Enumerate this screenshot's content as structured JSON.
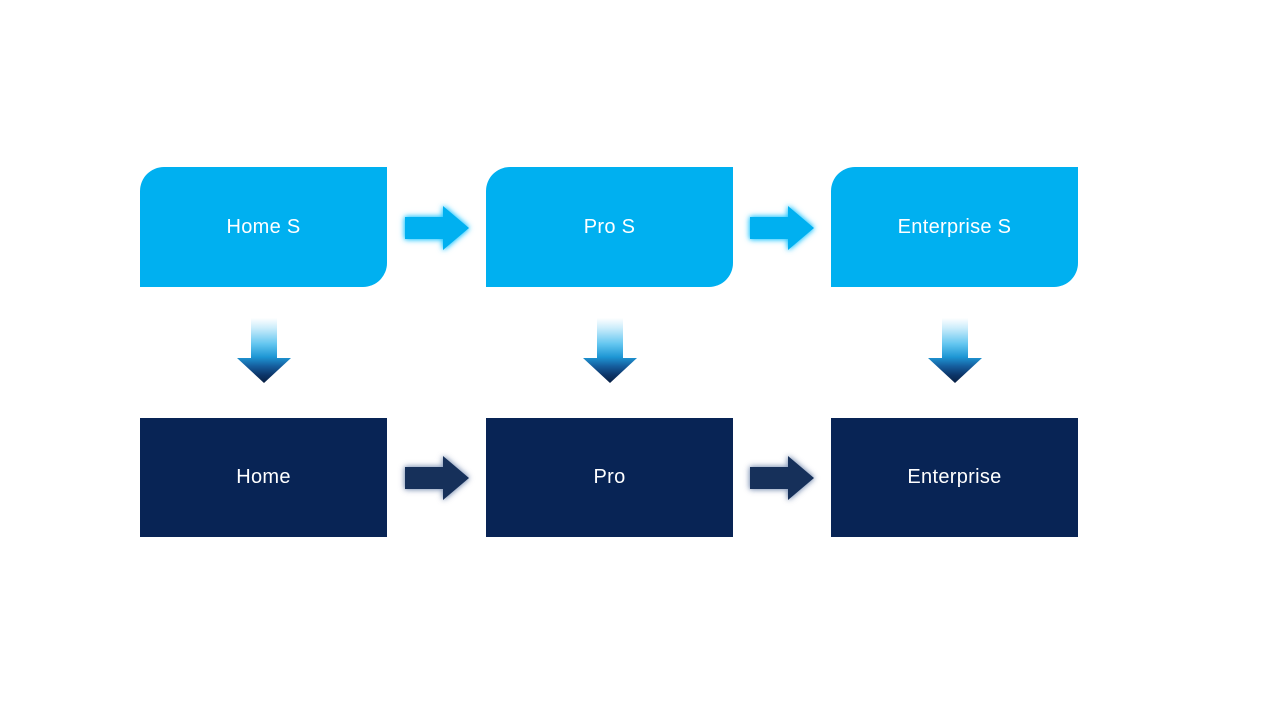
{
  "slide": {
    "background": "#FFFFFF"
  },
  "flow": {
    "description": "Product edition upgrade diagram: S editions map down to standard editions",
    "columns": [
      {
        "top": "Home S",
        "bottom": "Home"
      },
      {
        "top": "Pro S",
        "bottom": "Pro"
      },
      {
        "top": "Enterprise S",
        "bottom": "Enterprise"
      }
    ],
    "colors": {
      "top_box": "#00B0F0",
      "bottom_box": "#082455",
      "top_arrow": "#00B0F0",
      "bottom_arrow": "#16305A",
      "text": "#FFFFFF"
    }
  }
}
